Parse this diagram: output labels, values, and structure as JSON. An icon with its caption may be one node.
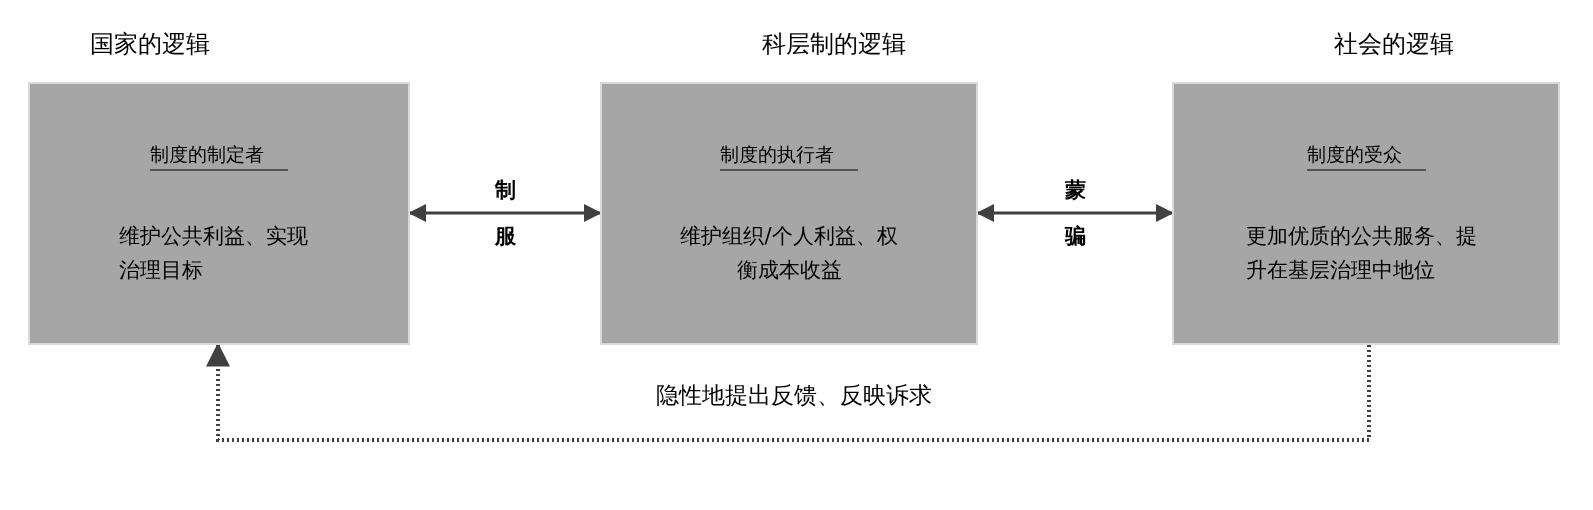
{
  "diagram": {
    "nodes": [
      {
        "text": [
          "国家的逻辑",
          "制度的制定者",
          "维护公共利益、实现治理目标"
        ]
      },
      {
        "text": [
          "科层制的逻辑",
          "制度的执行者",
          "维护组织/个人利益、权衡成本收益"
        ]
      },
      {
        "text": [
          "社会的逻辑",
          "制度的受众",
          "更加优质的公共服务、提升在基层治理中地位"
        ]
      }
    ],
    "edges": [
      {
        "from": 0,
        "to": 1,
        "arrow": "both",
        "label": "制服"
      },
      {
        "from": 1,
        "to": 2,
        "arrow": "both",
        "label": "蒙骗"
      },
      {
        "from": 2,
        "to": 0,
        "arrow": "to",
        "style": "dashed",
        "label": "隐性地提出反馈、反映诉求"
      }
    ]
  }
}
